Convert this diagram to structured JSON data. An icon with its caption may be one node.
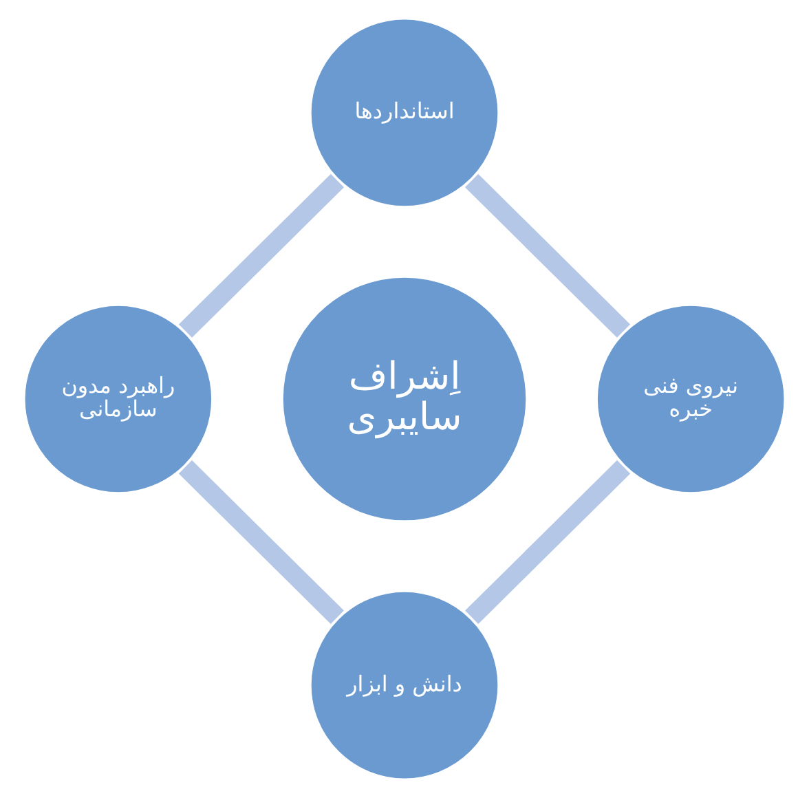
{
  "diagram": {
    "nodes": [
      {
        "text": [
          "اِشراف سایبری"
        ]
      },
      {
        "text": [
          "استانداردها"
        ]
      },
      {
        "text": [
          "نیروی فنی خبره"
        ]
      },
      {
        "text": [
          "دانش و ابزار"
        ]
      },
      {
        "text": [
          "راهبرد مدون سازمانی"
        ]
      }
    ],
    "edges": [
      {
        "from": 1,
        "to": 2,
        "arrow": "none"
      },
      {
        "from": 2,
        "to": 3,
        "arrow": "none"
      },
      {
        "from": 3,
        "to": 4,
        "arrow": "none"
      },
      {
        "from": 4,
        "to": 1,
        "arrow": "none"
      }
    ]
  }
}
